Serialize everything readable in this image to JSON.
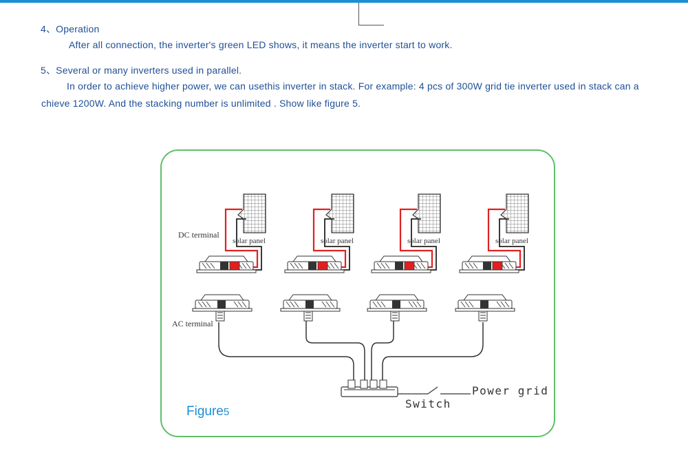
{
  "section4": {
    "heading": "4、Operation",
    "body": "After all connection, the inverter's green LED shows, it means the  inverter start  to work."
  },
  "section5": {
    "heading": "5、Several or many inverters used in parallel.",
    "body_line1": "In order to achieve higher power, we can usethis inverter in stack. For example: 4 pcs of 300W grid tie inverter used in stack can a",
    "body_line2": "chieve 1200W. And the stacking number is unlimited . Show like  figure 5."
  },
  "figure": {
    "caption_main": "Figure",
    "caption_num": "5",
    "dc_terminal": "DC terminal",
    "ac_terminal": "AC terminal",
    "solar_panel_label": "solar panel",
    "switch_label": "Switch",
    "power_grid_label": "Power grid",
    "inverter_count": 4
  },
  "colors": {
    "text_blue": "#1f4f95",
    "top_rule": "#1a8fd6",
    "frame_green": "#5dbf6a",
    "caption_blue": "#1a8fd6",
    "dc_red": "#e02020"
  }
}
